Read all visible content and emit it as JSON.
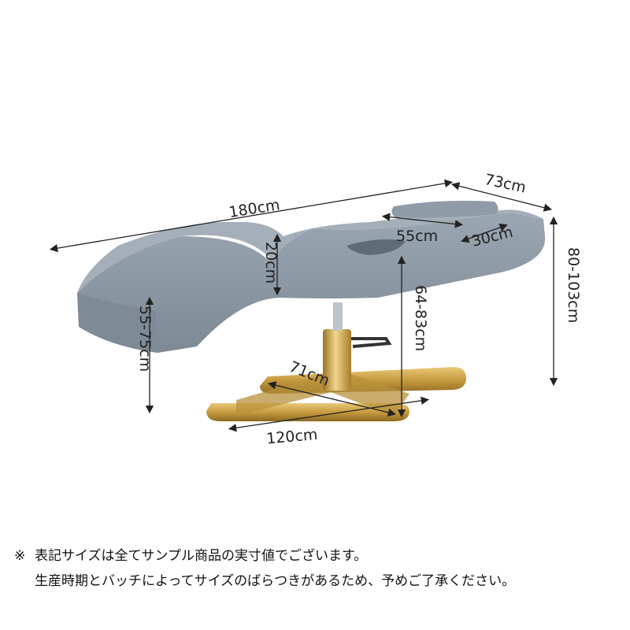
{
  "dimensions": {
    "length": "180cm",
    "width": "73cm",
    "headrest_width": "55cm",
    "headrest_depth": "30cm",
    "backrest_height": "20cm",
    "seat_height": "55-75cm",
    "base_height": "64-83cm",
    "overall_height": "80-103cm",
    "base_depth": "71cm",
    "base_width": "120cm"
  },
  "note": {
    "mark": "※",
    "line1": "表記サイズは全てサンプル商品の実寸値でございます。",
    "line2": "生産時期とバッチによってサイズのばらつきがあるため、予めご了承ください。"
  },
  "colors": {
    "upholstery": "#8e9aa6",
    "base": "#c9a24a"
  }
}
